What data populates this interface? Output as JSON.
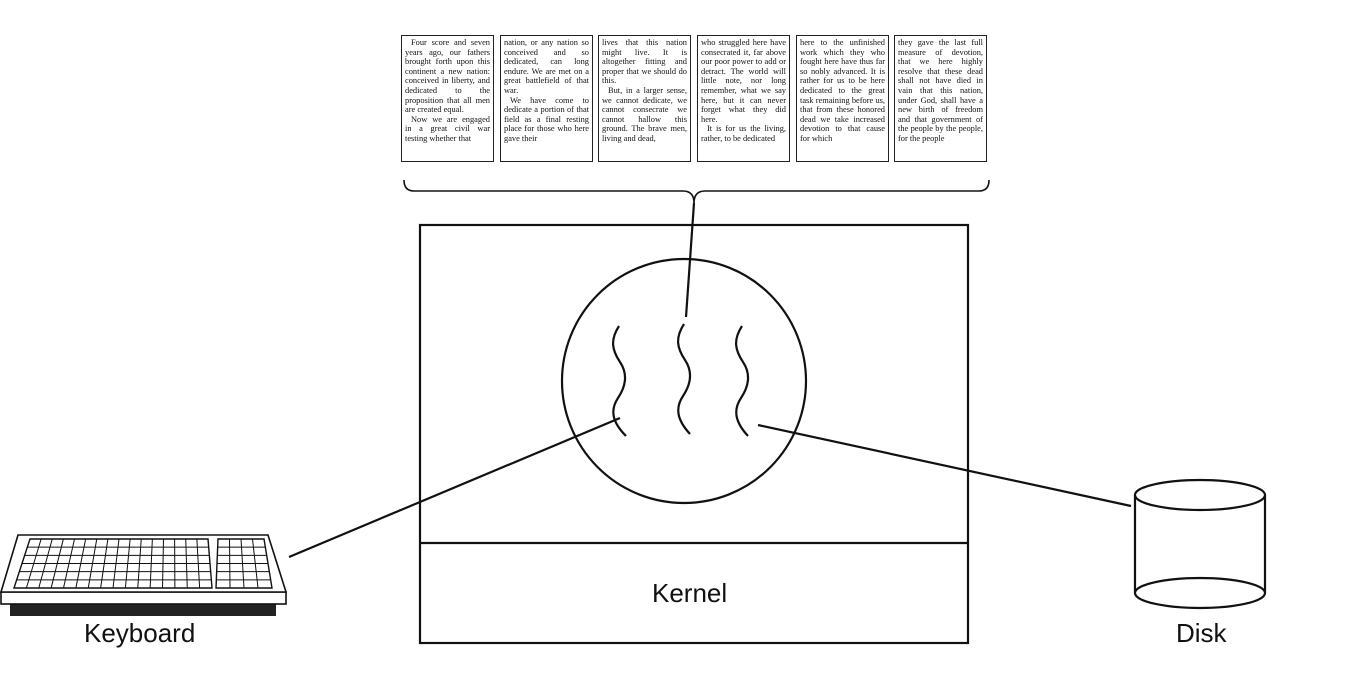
{
  "labels": {
    "kernel": "Kernel",
    "keyboard": "Keyboard",
    "disk": "Disk"
  },
  "document_columns": [
    [
      "Four score and seven years ago, our fathers brought forth upon this continent a new nation: conceived in liberty, and dedicated to the proposition that all men are created equal.",
      "Now we are engaged in a great civil war testing whether that"
    ],
    [
      "nation, or any nation so conceived and so dedicated, can long endure. We are met on a great battlefield of that war.",
      "We have come to dedicate a portion of that field as a final resting place for those who here gave their"
    ],
    [
      "lives that this nation might live. It is altogether fitting and proper that we should do this.",
      "But, in a larger sense, we cannot dedicate, we cannot consecrate we cannot hallow this ground. The brave men, living and dead,"
    ],
    [
      "who struggled here have consecrated it, far above our poor power to add or detract. The world will little note, nor long remember, what we say here, but it can never forget what they did here.",
      "It is for us the living, rather, to be dedicated"
    ],
    [
      "here to the unfinished work which they who fought here have thus far so nobly advanced. It is rather for us to be here dedicated to the great task remaining before us, that from these honored dead we take increased devotion to that cause for which"
    ],
    [
      "they gave the last full measure of devotion, that we here highly resolve that these dead shall not have died in vain that this nation, under God, shall have a new birth of freedom and that government of the people by the people, for the people"
    ]
  ]
}
